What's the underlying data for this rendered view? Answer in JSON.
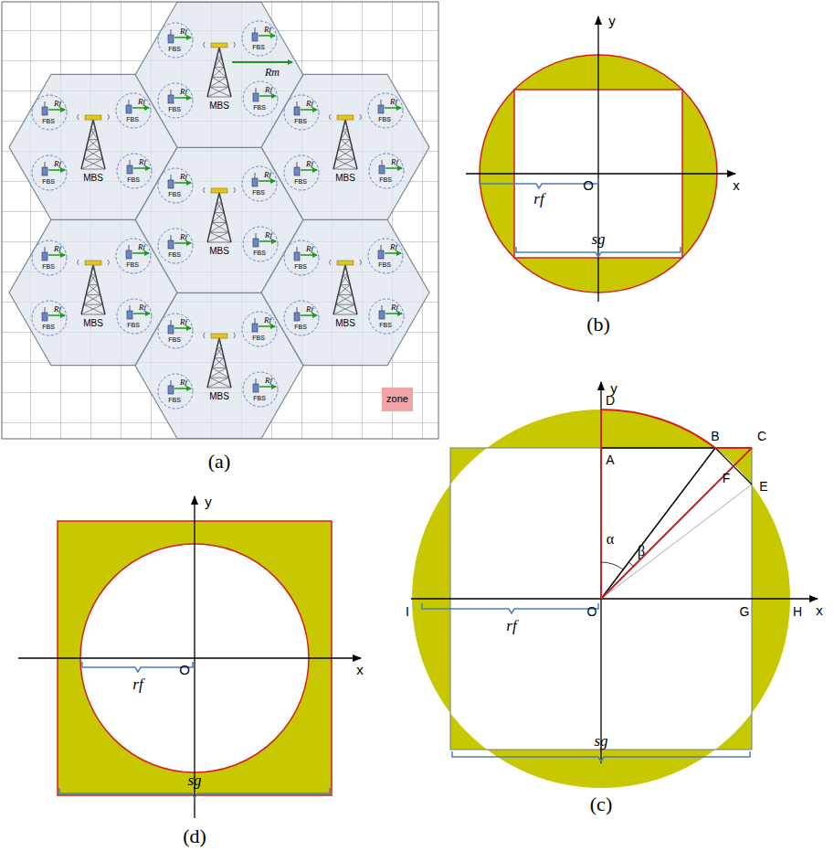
{
  "diagram": {
    "nodes": [
      {
        "text": [
          "zone"
        ]
      }
    ],
    "labels": [
      "MBS",
      "FBS",
      "Rf",
      "FBS",
      "Rf",
      "FBS",
      "Rf",
      "FBS",
      "Rf",
      "MBS",
      "FBS",
      "Rf",
      "FBS",
      "Rf",
      "FBS",
      "Rf",
      "FBS",
      "Rf",
      "MBS",
      "FBS",
      "Rf",
      "FBS",
      "Rf",
      "FBS",
      "Rf",
      "FBS",
      "Rf",
      "MBS",
      "FBS",
      "Rf",
      "FBS",
      "Rf",
      "FBS",
      "Rf",
      "FBS",
      "Rf",
      "MBS",
      "FBS",
      "Rf",
      "FBS",
      "Rf",
      "FBS",
      "Rf",
      "FBS",
      "Rf",
      "MBS",
      "FBS",
      "Rf",
      "FBS",
      "Rf",
      "FBS",
      "Rf",
      "FBS",
      "Rf",
      "MBS",
      "FBS",
      "Rf",
      "FBS",
      "Rf",
      "FBS",
      "Rf",
      "FBS",
      "Rf",
      "Rm",
      "(a)",
      "y",
      "x",
      "O",
      "rf",
      "sg",
      "(b)",
      "y",
      "D",
      "B",
      "C",
      "A",
      "F",
      "E",
      "α",
      "β",
      "I",
      "O",
      "G",
      "H",
      "x",
      "rf",
      "sg",
      "(c)",
      "y",
      "x",
      "O",
      "rf",
      "sg",
      "(d)"
    ]
  }
}
